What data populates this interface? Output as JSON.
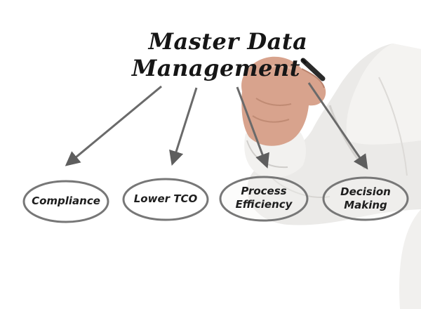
{
  "diagram": {
    "title_line_1": "Master Data",
    "title_line_2": "Management",
    "nodes": [
      {
        "line1": "Compliance",
        "line2": ""
      },
      {
        "line1": "Lower TCO",
        "line2": ""
      },
      {
        "line1": "Process",
        "line2": "Efficiency"
      },
      {
        "line1": "Decision",
        "line2": "Making"
      }
    ]
  },
  "colors": {
    "ink": "#1e1e1e",
    "arrow": "#6a6a6a",
    "ellipse": "#7a7a7a",
    "sleeve": "#ecebea",
    "skin": "#d9a791"
  }
}
